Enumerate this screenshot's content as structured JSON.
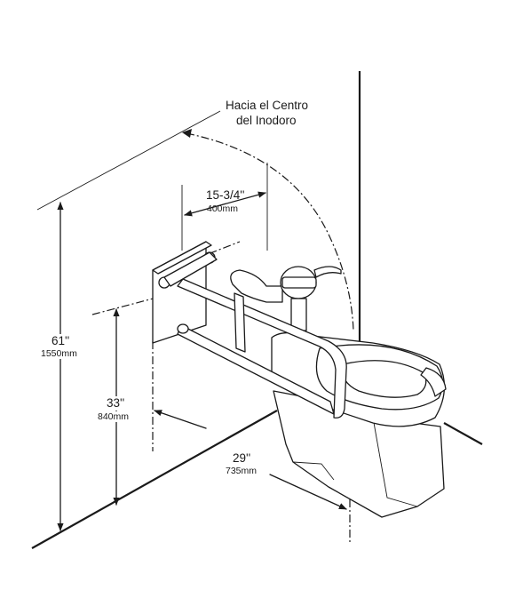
{
  "labels": {
    "toward_center_line1": "Hacia el Centro",
    "toward_center_line2": "del Inodoro",
    "dim_offset_in": "15-3/4''",
    "dim_offset_mm": "400mm",
    "dim_height_total_in": "61''",
    "dim_height_total_mm": "1550mm",
    "dim_height_bar_in": "33''",
    "dim_height_bar_mm": "840mm",
    "dim_length_in": "29''",
    "dim_length_mm": "735mm"
  },
  "colors": {
    "line": "#1a1a1a",
    "background": "#ffffff"
  }
}
